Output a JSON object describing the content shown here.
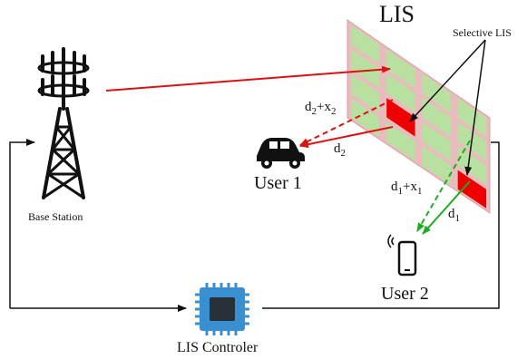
{
  "title": "LIS",
  "selective_label": "Selective LIS",
  "base_station_label": "Base Station",
  "controller_label": "LIS Controler",
  "user1_label": "User 1",
  "user2_label": "User 2",
  "path_labels": {
    "d2x2": {
      "main": "d",
      "sub1": "2",
      "plus": "+x",
      "sub2": "2"
    },
    "d2": {
      "main": "d",
      "sub": "2"
    },
    "d1x1": {
      "main": "d",
      "sub1": "1",
      "plus": "+x",
      "sub2": "1"
    },
    "d1": {
      "main": "d",
      "sub": "1"
    }
  },
  "colors": {
    "panel": "#e8bcbc",
    "element": "#b8e0a0",
    "selected": "#ee0000",
    "red_path": "#dd1111",
    "green_path": "#22aa22",
    "wire": "#111111",
    "chip": "#3a8fd0"
  },
  "icons": {
    "base_station": "tower-icon",
    "user1": "car-icon",
    "user2": "smartphone-icon",
    "controller": "chip-icon"
  }
}
